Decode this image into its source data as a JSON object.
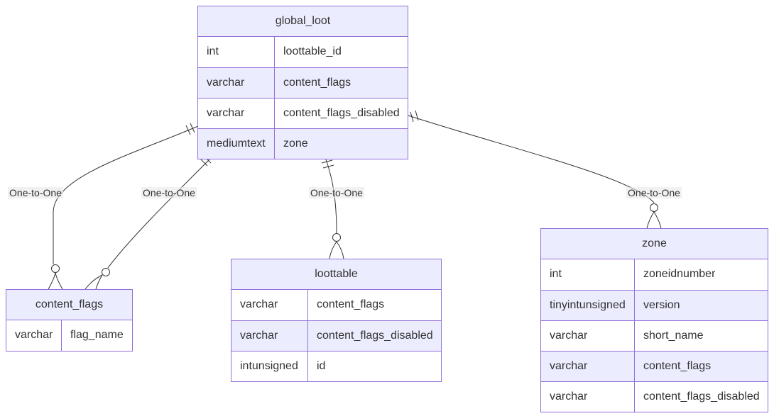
{
  "entities": {
    "global_loot": {
      "title": "global_loot",
      "fields": [
        {
          "type": "int",
          "name": "loottable_id"
        },
        {
          "type": "varchar",
          "name": "content_flags"
        },
        {
          "type": "varchar",
          "name": "content_flags_disabled"
        },
        {
          "type": "mediumtext",
          "name": "zone"
        }
      ]
    },
    "content_flags": {
      "title": "content_flags",
      "fields": [
        {
          "type": "varchar",
          "name": "flag_name"
        }
      ]
    },
    "loottable": {
      "title": "loottable",
      "fields": [
        {
          "type": "varchar",
          "name": "content_flags"
        },
        {
          "type": "varchar",
          "name": "content_flags_disabled"
        },
        {
          "type": "intunsigned",
          "name": "id"
        }
      ]
    },
    "zone": {
      "title": "zone",
      "fields": [
        {
          "type": "int",
          "name": "zoneidnumber"
        },
        {
          "type": "tinyintunsigned",
          "name": "version"
        },
        {
          "type": "varchar",
          "name": "short_name"
        },
        {
          "type": "varchar",
          "name": "content_flags"
        },
        {
          "type": "varchar",
          "name": "content_flags_disabled"
        }
      ]
    }
  },
  "relationships": [
    {
      "from": "global_loot",
      "to": "content_flags",
      "label": "One-to-One"
    },
    {
      "from": "global_loot",
      "to": "content_flags",
      "label": "One-to-One"
    },
    {
      "from": "global_loot",
      "to": "loottable",
      "label": "One-to-One"
    },
    {
      "from": "global_loot",
      "to": "zone",
      "label": "One-to-One"
    }
  ],
  "colors": {
    "border": "#9370DB",
    "header_fill": "#ECECFF",
    "line": "#333333",
    "text": "#333333"
  }
}
